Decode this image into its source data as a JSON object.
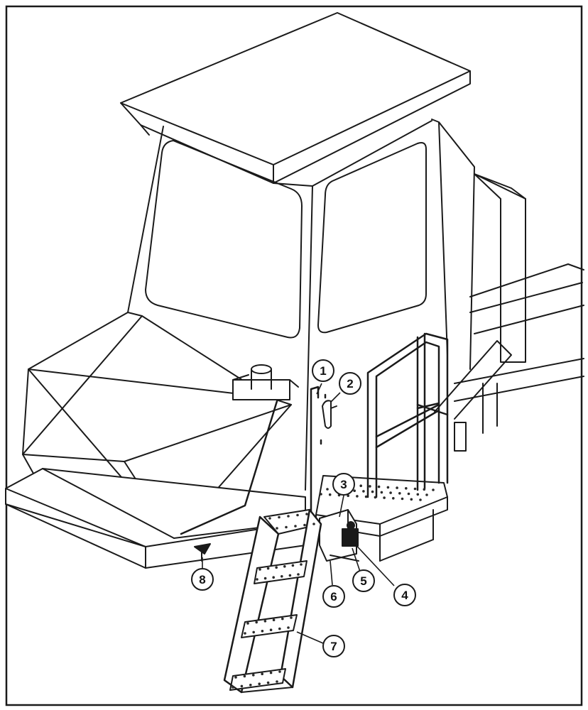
{
  "figure": {
    "callouts": [
      {
        "id": "1",
        "label": "1"
      },
      {
        "id": "2",
        "label": "2"
      },
      {
        "id": "3",
        "label": "3"
      },
      {
        "id": "4",
        "label": "4"
      },
      {
        "id": "5",
        "label": "5"
      },
      {
        "id": "6",
        "label": "6"
      },
      {
        "id": "7",
        "label": "7"
      },
      {
        "id": "8",
        "label": "8"
      }
    ],
    "colors": {
      "line": "#1a1a1a",
      "background": "#ffffff",
      "shade": "#cfcfcf",
      "perforation": "#2a2a2a"
    }
  }
}
